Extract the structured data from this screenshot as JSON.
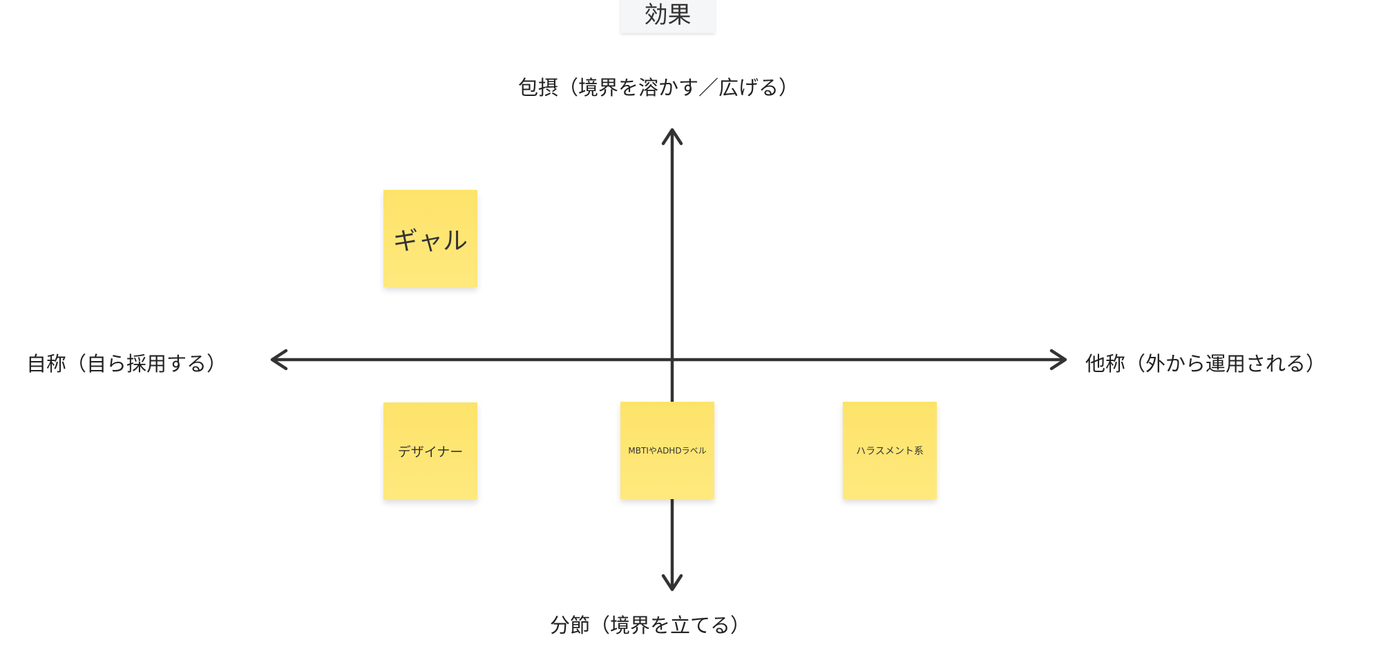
{
  "title": "効果",
  "axes": {
    "top": "包摂（境界を溶かす／広げる）",
    "bottom": "分節（境界を立てる）",
    "left": "自称（自ら採用する）",
    "right": "他称（外から運用される）"
  },
  "notes": [
    {
      "text": "ギャル"
    },
    {
      "text": "デザイナー"
    },
    {
      "text": "MBTIやADHDラベル"
    },
    {
      "text": "ハラスメント系"
    }
  ],
  "colors": {
    "note": "#fde36a",
    "axis": "#333333"
  }
}
